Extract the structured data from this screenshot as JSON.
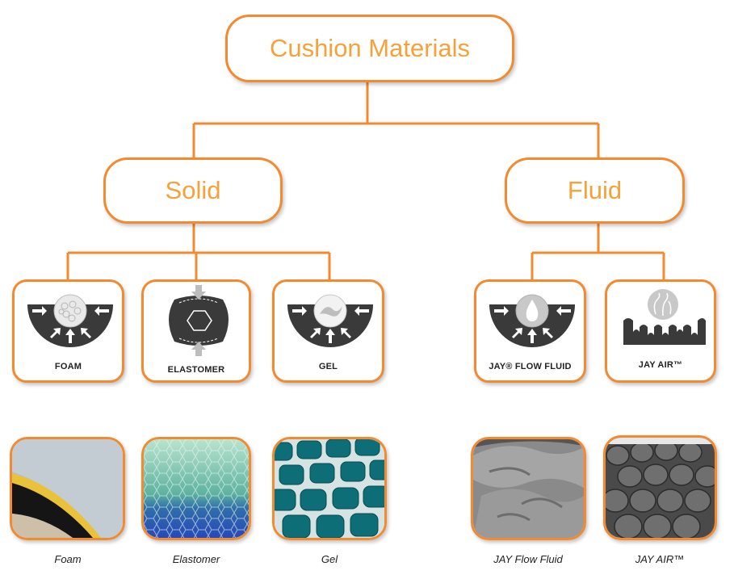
{
  "root": {
    "label": "Cushion Materials"
  },
  "categories": [
    {
      "label": "Solid"
    },
    {
      "label": "Fluid"
    }
  ],
  "materials": [
    {
      "icon_label": "FOAM",
      "caption": "Foam"
    },
    {
      "icon_label": "ELASTOMER",
      "caption": "Elastomer"
    },
    {
      "icon_label": "GEL",
      "caption": "Gel"
    },
    {
      "icon_label": "JAY® FLOW FLUID",
      "caption": "JAY Flow Fluid"
    },
    {
      "icon_label": "JAY AIR™",
      "caption": "JAY AIR™"
    }
  ],
  "colors": {
    "accent": "#f28a30",
    "title_text": "#f5a23a",
    "icon_dark": "#3a3a3a"
  }
}
